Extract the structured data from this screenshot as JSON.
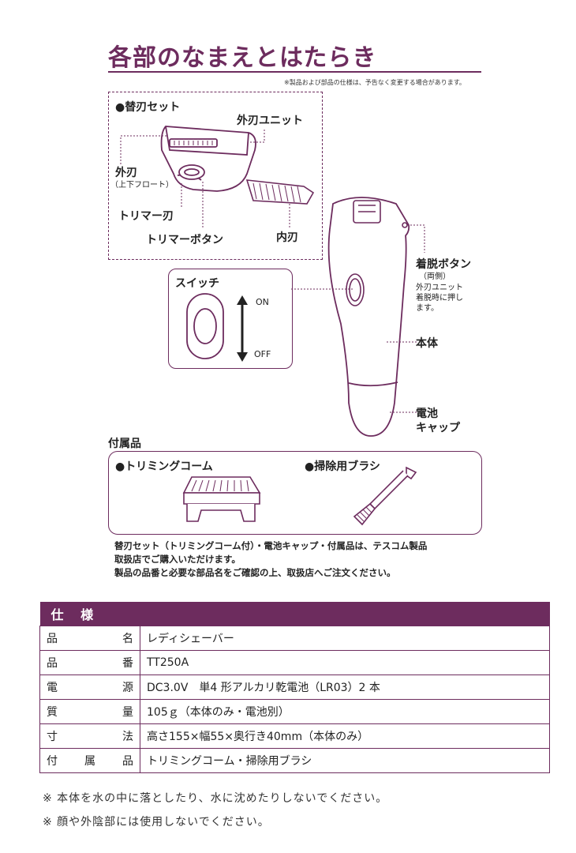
{
  "header": {
    "title": "各部のなまえとはたらき",
    "note": "※製品および部品の仕様は、予告なく変更する場合があります。"
  },
  "replacement_blade": {
    "heading": "●替刃セット",
    "outer_unit": "外刃ユニット",
    "outer_blade": "外刃",
    "outer_blade_sub": "（上下フロート）",
    "trimmer_blade": "トリマー刃",
    "trimmer_button": "トリマーボタン",
    "inner_blade": "内刃"
  },
  "switch_panel": {
    "heading": "スイッチ",
    "on": "ON",
    "off": "OFF"
  },
  "body_labels": {
    "release_button": "着脱ボタン",
    "release_button_sub": "（両側）",
    "release_note_1": "外刃ユニット",
    "release_note_2": "着脱時に押し",
    "release_note_3": "ます。",
    "main_body": "本体",
    "battery_cap_1": "電池",
    "battery_cap_2": "キャップ"
  },
  "accessories": {
    "heading": "付属品",
    "trimming_comb": "●トリミングコーム",
    "cleaning_brush": "●掃除用ブラシ"
  },
  "description": {
    "line1": "替刃セット（トリミングコーム付）・電池キャップ・付属品は、テスコム製品",
    "line2": "取扱店でご購入いただけます。",
    "line3": "製品の品番と必要な部品名をご確認の上、取扱店へご注文ください。"
  },
  "specs": {
    "heading": "仕 様",
    "rows": [
      {
        "key": "品名",
        "value": "レディシェーバー"
      },
      {
        "key": "品番",
        "value": "TT250A"
      },
      {
        "key": "電源",
        "value": "DC3.0V　単4 形アルカリ乾電池（LR03）2 本"
      },
      {
        "key": "質量",
        "value": "105ｇ（本体のみ・電池別）"
      },
      {
        "key": "寸法",
        "value": "高さ155×幅55×奥行き40mm（本体のみ）"
      },
      {
        "key": "付属品",
        "value": "トリミングコーム・掃除用ブラシ"
      }
    ]
  },
  "footnotes": {
    "note1": "※ 本体を水の中に落としたり、水に沈めたりしないでください。",
    "note2": "※ 顔や外陰部には使用しないでください。"
  },
  "colors": {
    "accent": "#6d2c5e",
    "line": "#6d2c5e",
    "text": "#222222"
  }
}
